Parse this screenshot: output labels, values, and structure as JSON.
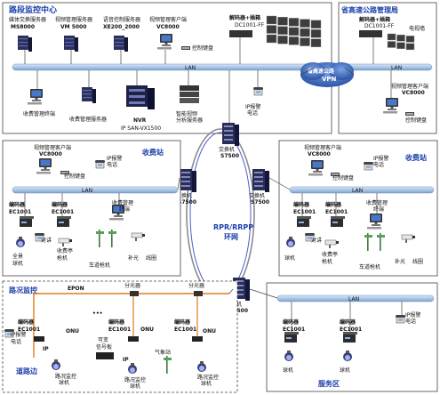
{
  "colors": {
    "title_blue": "#1a3fa8",
    "lan_bar": "#a9c6e8",
    "epon_line": "#e07b18",
    "vpn_cloud": "#3a63b5"
  },
  "icons": [
    "server-icon",
    "monitor-icon",
    "video-wall-icon",
    "camera-icon",
    "phone-icon",
    "encoder-icon",
    "switch-icon",
    "keyboard-icon",
    "onu-icon",
    "splitter-icon",
    "cloud-icon",
    "pole-icon",
    "workstation-icon"
  ],
  "center": {
    "title": "路段监控中心",
    "servers": [
      {
        "name": "媒体交换服务器",
        "model": "MS8000"
      },
      {
        "name": "视频管理服务器",
        "model": "VM 5000"
      },
      {
        "name": "语音控制服务器",
        "model": "XE200_2000"
      },
      {
        "name": "视频管理客户端",
        "model": "VC8000"
      }
    ],
    "keyboard": "控制键盘",
    "decoder": {
      "name": "解码器+插箱",
      "model": "DC1001-FF"
    },
    "lan": "LAN",
    "terminal": "收费管理终端",
    "toll_server": "收费管理服务器",
    "nvr": "NVR",
    "nvr_model": "IP SAN-VX1500",
    "analysis_server": [
      "智能视频",
      "分析服务器"
    ],
    "ip_phone": [
      "IP报警",
      "电话"
    ]
  },
  "province": {
    "title": "省高速公路管理局",
    "decoder": {
      "name": "解码器+插箱",
      "model": "DC1001-FF"
    },
    "tv_wall": "电视墙",
    "lan": "LAN",
    "client": {
      "name": "视频管理客户端",
      "model": "VC8000"
    },
    "keyboard": "控制键盘"
  },
  "vpn": [
    "省高速公路",
    "VPN"
  ],
  "ring": {
    "label": "RPR/RRPP",
    "label2": "环网"
  },
  "switches": [
    {
      "name": "交换机",
      "model": "S7500"
    },
    {
      "name": "交换机",
      "model": "S7500"
    },
    {
      "name": "交换机",
      "model": "S7500"
    },
    {
      "name": "交换机",
      "model": "S7500"
    }
  ],
  "toll_left": {
    "title": "收费站",
    "client": {
      "name": "视频管理客户端",
      "model": "VC8000"
    },
    "keyboard": "控制键盘",
    "ip_phone": [
      "IP报警",
      "电话"
    ],
    "lan": "LAN",
    "encoders": [
      {
        "name": "编码器",
        "model": "EC1001"
      },
      {
        "name": "编码器",
        "model": "EC1001"
      }
    ],
    "terminal": [
      "收费管理",
      "终端"
    ],
    "intercom": "对讲",
    "panorama": [
      "全景",
      "球机"
    ],
    "booth_cam": [
      "收费亭",
      "枪机"
    ],
    "lane_cam": "车道枪机",
    "fill_light": "补光",
    "coil": "线圈"
  },
  "toll_right": {
    "title": "收费站",
    "client": {
      "name": "视频管理客户端",
      "model": "VC8000"
    },
    "keyboard": "控制键盘",
    "ip_phone": [
      "IP报警",
      "电话"
    ],
    "lan": "LAN",
    "encoders": [
      {
        "name": "编码器",
        "model": "EC1001"
      },
      {
        "name": "编码器",
        "model": "EC1001"
      }
    ],
    "terminal": [
      "收费管理",
      "终端"
    ],
    "intercom": "对讲",
    "dome": "球机",
    "booth_cam": [
      "收费亭",
      "枪机"
    ],
    "lane_cam": "车道枪机",
    "fill_light": "补光",
    "coil": "线圈"
  },
  "road": {
    "title": "路况监控",
    "epon": "EPON",
    "splitter": "分光器",
    "ip_phone": [
      "IP报警",
      "电话"
    ],
    "encoder": {
      "name": "编码器",
      "model": "EC1001"
    },
    "onu": "ONU",
    "ip": "IP",
    "sign": [
      "可变",
      "信号板"
    ],
    "weather": "气象站",
    "road_cam": [
      "路况监控",
      "球机"
    ],
    "roadside": "道路边",
    "dots": "•••"
  },
  "service": {
    "title": "服务区",
    "lan": "LAN",
    "encoder": {
      "name": "编码器",
      "model": "EC1001"
    },
    "ip_phone": [
      "IP报警",
      "电话"
    ],
    "dome": "球机"
  }
}
